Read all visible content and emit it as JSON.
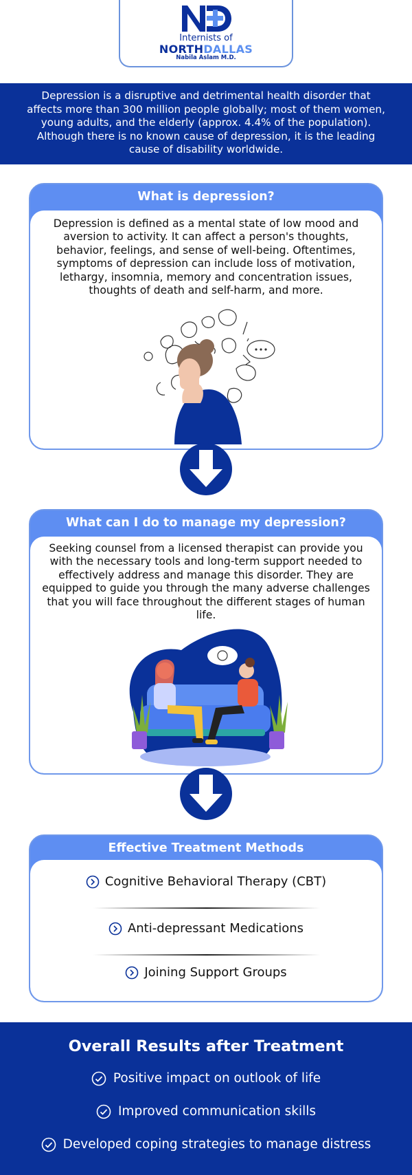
{
  "logo": {
    "line1": "Internists of",
    "line2a": "NORTH",
    "line2b": "DALLAS",
    "line3": "Nabila Aslam M.D."
  },
  "intro": "Depression is a disruptive and detrimental health disorder that affects more than 300 million people globally; most of them women, young adults, and the elderly (approx. 4.4% of the population). Although there is no known cause of depression, it is the leading cause of disability worldwide.",
  "section1": {
    "title": "What is depression?",
    "text": "Depression is defined as a mental state of low mood and aversion to activity. It can affect a person's thoughts, behavior, feelings, and sense of well-being. Oftentimes, symptoms of depression can include loss of motivation, lethargy, insomnia, memory and concentration issues, thoughts of death and self-harm, and more."
  },
  "section2": {
    "title": "What can I do to manage my depression?",
    "text": "Seeking counsel from a licensed therapist can provide you with the necessary tools and long-term support needed to effectively address and manage this disorder. They are equipped to guide you through the many adverse challenges that you will face throughout the different stages of human life."
  },
  "section3": {
    "title": "Effective Treatment Methods",
    "items": [
      "Cognitive Behavioral Therapy (CBT)",
      "Anti-depressant Medications",
      "Joining Support Groups"
    ]
  },
  "results": {
    "title": "Overall Results after Treatment",
    "items": [
      "Positive impact on outlook of life",
      "Improved communication skills",
      "Developed coping strategies to manage distress"
    ]
  },
  "colors": {
    "navy": "#0a3199",
    "accent": "#5e8ef2",
    "border": "#6f98ea"
  },
  "icons": {
    "treatment": "chevron-circle-icon",
    "result": "check-circle-icon",
    "arrow": "down-arrow-icon"
  }
}
